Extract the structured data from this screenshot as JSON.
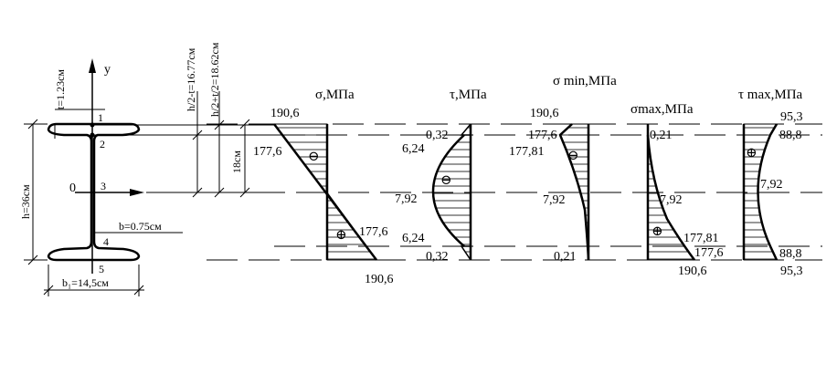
{
  "section": {
    "y_axis": "y",
    "origin": "0",
    "points": [
      "1",
      "2",
      "3",
      "4",
      "5"
    ],
    "t": "t=1.23см",
    "h": "h=36см",
    "b": "b=0.75см",
    "b1": "b₁=14,5см",
    "h2t": "h/2-t=16.77см",
    "h2t2": "h/2+t/2=18.62см",
    "d18": "18см"
  },
  "diagrams": {
    "sigma": {
      "title": "σ,МПа",
      "v_top": "190,6",
      "v_mid_upper": "177,6",
      "v_mid_lower": "177,6",
      "v_bottom": "190,6",
      "sign_upper": "⊖",
      "sign_lower": "⊕"
    },
    "tau": {
      "title": "τ,МПа",
      "v1": "0,32",
      "v2": "6,24",
      "v3": "7,92",
      "v4": "6,24",
      "v5": "0,32",
      "sign": "⊖"
    },
    "sigma_min": {
      "title": "σ min,МПа",
      "v_top": "190,6",
      "v2a": "177,6",
      "v2b": "177,81",
      "v3": "7,92",
      "v5": "0,21",
      "sign": "⊖"
    },
    "sigma_max": {
      "title": "σmax,МПа",
      "v1": "0,21",
      "v3": "7,92",
      "v4a": "177,81",
      "v4b": "177,6",
      "v5": "190,6",
      "sign": "⊕"
    },
    "tau_max": {
      "title": "τ  max,МПа",
      "v1": "95,3",
      "v2": "88,8",
      "v3": "7,92",
      "v4": "88,8",
      "v5": "95,3",
      "sign": "⊕"
    }
  }
}
